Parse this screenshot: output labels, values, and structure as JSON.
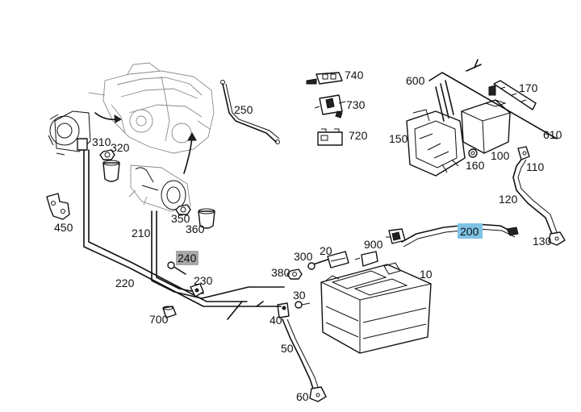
{
  "diagram": {
    "highlight_colors": {
      "gray": "#a8a8a8",
      "blue": "#7fc3e6"
    },
    "labels": {
      "p10": "10",
      "p20": "20",
      "p30": "30",
      "p40": "40",
      "p50": "50",
      "p60": "60",
      "p100": "100",
      "p110": "110",
      "p120": "120",
      "p130": "130",
      "p150": "150",
      "p160": "160",
      "p170": "170",
      "p200": "200",
      "p210": "210",
      "p220": "220",
      "p230": "230",
      "p240": "240",
      "p250": "250",
      "p300": "300",
      "p310": "310",
      "p320": "320",
      "p350": "350",
      "p360": "360",
      "p380": "380",
      "p450": "450",
      "p600": "600",
      "p610": "610",
      "p700": "700",
      "p720": "720",
      "p730": "730",
      "p740": "740",
      "p900": "900"
    }
  }
}
